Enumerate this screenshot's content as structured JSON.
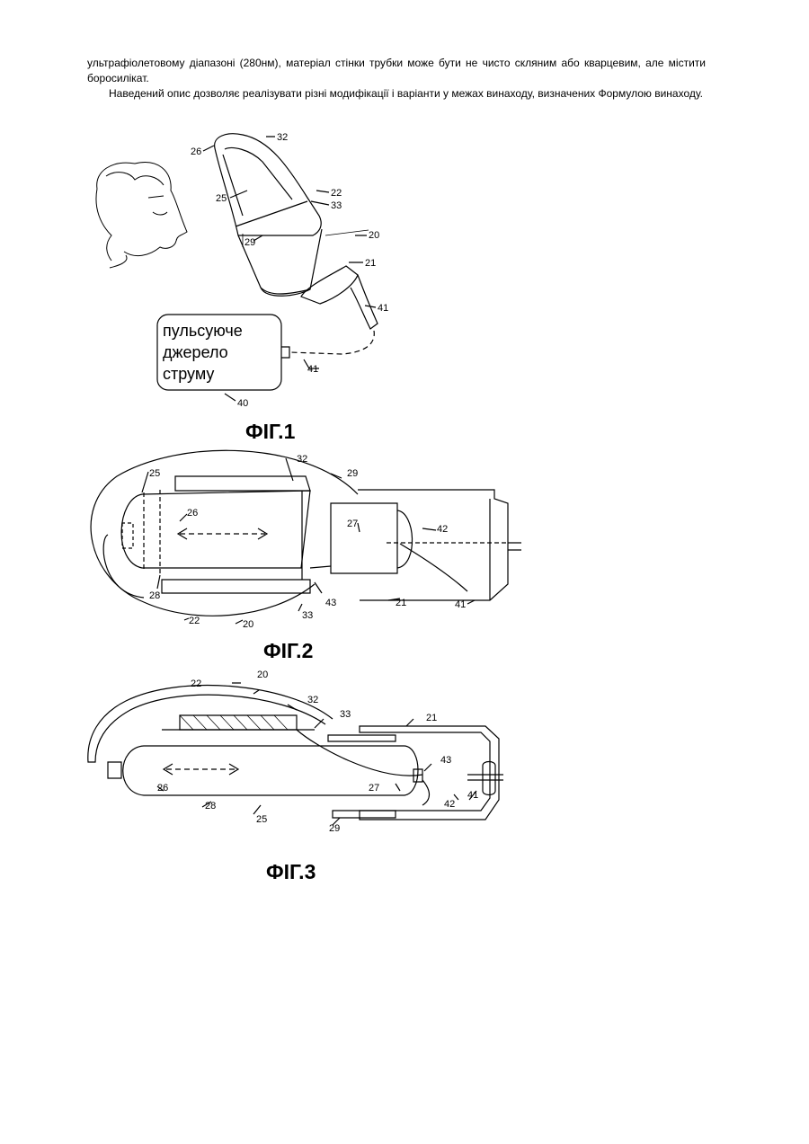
{
  "text": {
    "para1": "ультрафіолетовому діапазоні (280нм), матеріал стінки трубки може бути не чисто скляним або кварцевим, але містити боросилікат.",
    "para2": "Наведений опис дозволяє реалізувати різні модифікації і варіанти у межах винаходу, визначених Формулою винаходу."
  },
  "fig1": {
    "caption": "ФІГ.1",
    "box_lines": [
      "пульсуюче",
      "джерело",
      "струму"
    ],
    "labels": {
      "l32": "32",
      "l26": "26",
      "l25": "25",
      "l22": "22",
      "l33": "33",
      "l20": "20",
      "l29": "29",
      "l21": "21",
      "l41a": "41",
      "l41b": "41",
      "l40": "40"
    }
  },
  "fig2": {
    "caption": "ФІГ.2",
    "labels": {
      "l32": "32",
      "l29": "29",
      "l25": "25",
      "l26": "26",
      "l27": "27",
      "l42": "42",
      "l28": "28",
      "l43": "43",
      "l21": "21",
      "l41": "41",
      "l33": "33",
      "l22": "22",
      "l20": "20"
    }
  },
  "fig3": {
    "caption": "ФІГ.3",
    "labels": {
      "l22": "22",
      "l20": "20",
      "l32": "32",
      "l33": "33",
      "l21": "21",
      "l43": "43",
      "l26": "26",
      "l27": "27",
      "l41": "41",
      "l42": "42",
      "l28": "28",
      "l25": "25",
      "l29": "29"
    }
  }
}
